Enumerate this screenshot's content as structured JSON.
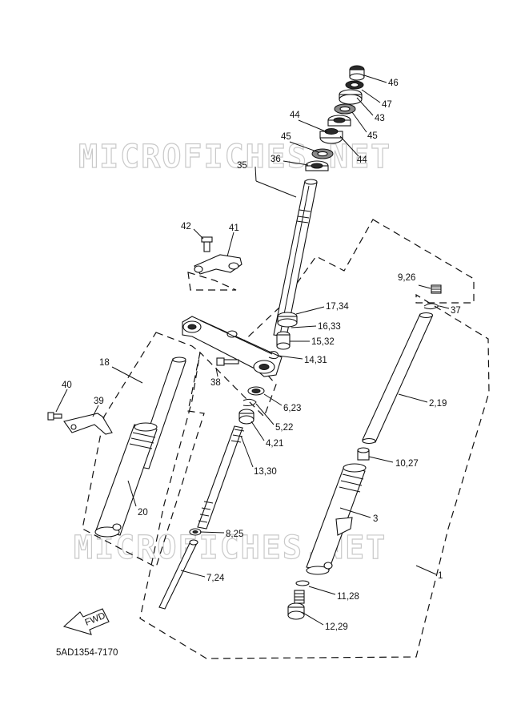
{
  "watermark": "MICROFICHES.NET",
  "diagram_code": "5AD1354-7170",
  "direction_tag": "FWD",
  "callouts": {
    "c46": "46",
    "c47": "47",
    "c43": "43",
    "c45a": "45",
    "c44a": "44",
    "c44b": "44",
    "c45b": "45",
    "c36": "36",
    "c35": "35",
    "c42": "42",
    "c41": "41",
    "c9_26": "9,26",
    "c37": "37",
    "c17_34": "17,34",
    "c16_33": "16,33",
    "c15_32": "15,32",
    "c14_31": "14,31",
    "c18": "18",
    "c38": "38",
    "c6_23": "6,23",
    "c5_22": "5,22",
    "c4_21": "4,21",
    "c40": "40",
    "c39": "39",
    "c2_19": "2,19",
    "c13_30": "13,30",
    "c10_27": "10,27",
    "c20": "20",
    "c3": "3",
    "c8_25": "8,25",
    "c7_24": "7,24",
    "c1": "1",
    "c11_28": "11,28",
    "c12_29": "12,29"
  }
}
